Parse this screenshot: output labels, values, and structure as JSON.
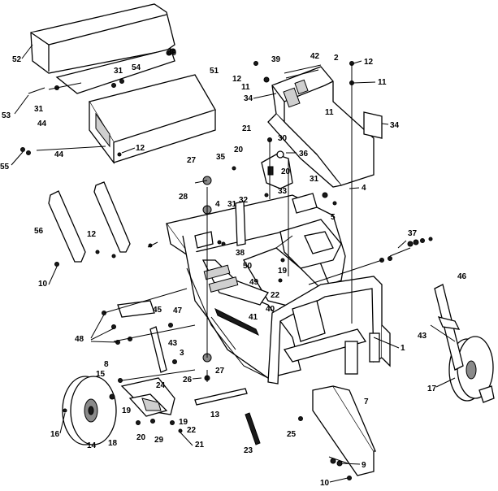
{
  "callouts": {
    "c52": "52",
    "c49": "49",
    "c31a": "31",
    "c54": "54",
    "c51": "51",
    "c53": "53",
    "c31b": "31",
    "c44a": "44",
    "c44b": "44",
    "c55": "55",
    "c12a": "12",
    "c39": "39",
    "c42": "42",
    "c2": "2",
    "c12b": "12",
    "c12c": "12",
    "c11a": "11",
    "c11b": "11",
    "c34a": "34",
    "c11c": "11",
    "c34b": "34",
    "c21a": "21",
    "c30": "30",
    "c36": "36",
    "c20a": "20",
    "c20b": "20",
    "c35": "35",
    "c33": "33",
    "c27a": "27",
    "c28": "28",
    "c4a": "4",
    "c31c": "31",
    "c32": "32",
    "c31d": "31",
    "c4b": "4",
    "c5": "5",
    "c56": "56",
    "c12d": "12",
    "c10a": "10",
    "c37": "37",
    "c38": "38",
    "c50": "50",
    "c19a": "19",
    "c49b": "49",
    "c22a": "22",
    "c46": "46",
    "c45": "45",
    "c47": "47",
    "c40": "40",
    "c41": "41",
    "c1": "1",
    "c48": "48",
    "c43a": "43",
    "c43b": "43",
    "c3": "3",
    "c8": "8",
    "c15": "15",
    "c27b": "27",
    "c26": "26",
    "c24": "24",
    "c17": "17",
    "c13": "13",
    "c19b": "19",
    "c19c": "19",
    "c22b": "22",
    "c18": "18",
    "c20c": "20",
    "c29": "29",
    "c21b": "21",
    "c16": "16",
    "c14": "14",
    "c23": "23",
    "c25": "25",
    "c7": "7",
    "c9": "9",
    "c10b": "10"
  }
}
